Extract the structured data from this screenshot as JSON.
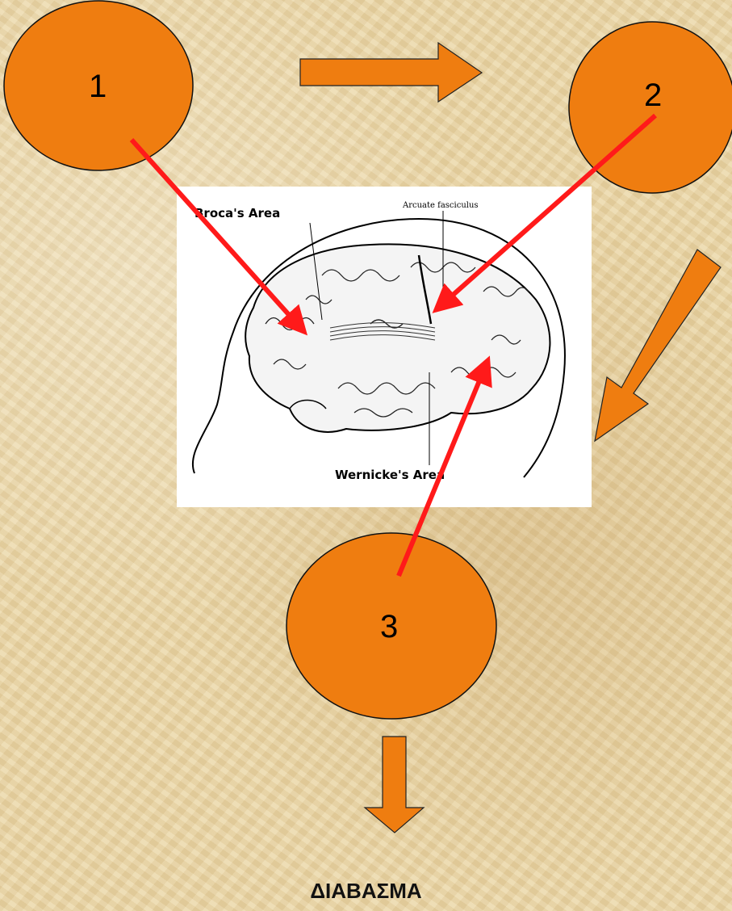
{
  "steps": [
    {
      "number": "1"
    },
    {
      "number": "2"
    },
    {
      "number": "3"
    }
  ],
  "brain_figure": {
    "broca_label": "Broca's Area",
    "arcuate_label": "Arcuate fasciculus",
    "wernicke_label": "Wernicke's Area"
  },
  "caption": "ΔΙΑΒΑΣΜΑ",
  "colors": {
    "circle_fill": "#ef7d10",
    "pointer_arrow": "#ff1a1a",
    "flow_arrow_fill": "#ef7d10",
    "background": "#ead6a6"
  }
}
